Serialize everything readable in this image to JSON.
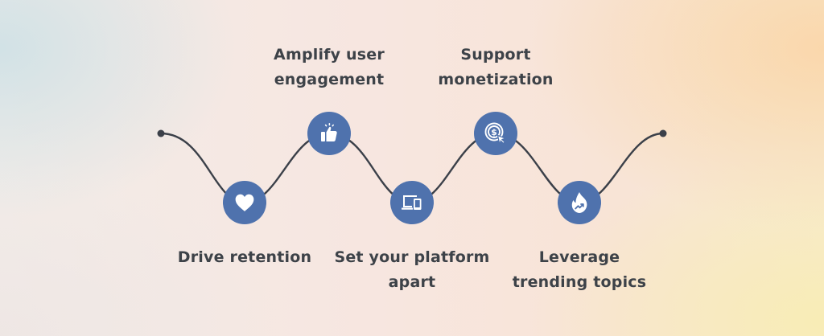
{
  "colors": {
    "accent": "#4f72ad",
    "line": "#3b4049",
    "text": "#3d4248",
    "icon": "#ffffff"
  },
  "steps": [
    {
      "lines": [
        "Drive retention"
      ],
      "icon": "heart-icon"
    },
    {
      "lines": [
        "Amplify user",
        "engagement"
      ],
      "icon": "thumbs-up-icon"
    },
    {
      "lines": [
        "Set your platform",
        "apart"
      ],
      "icon": "devices-icon"
    },
    {
      "lines": [
        "Support",
        "monetization"
      ],
      "icon": "dollar-coin-cursor-icon"
    },
    {
      "lines": [
        "Leverage",
        "trending topics"
      ],
      "icon": "flame-trend-icon"
    }
  ]
}
